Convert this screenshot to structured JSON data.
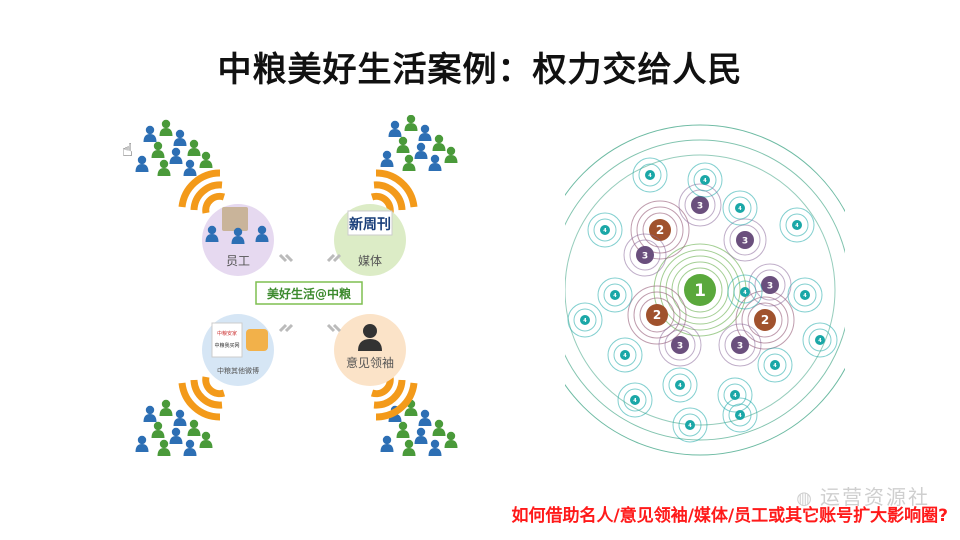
{
  "title": "中粮美好生活案例：权力交给人民",
  "diagram": {
    "center_logo": "美好生活@中粮",
    "nodes": [
      {
        "label": "员工"
      },
      {
        "label": "媒体",
        "badge": "新周刊"
      },
      {
        "label": "中粮其他微博",
        "badge_lines": [
          "中粮安家",
          "中粮我买网"
        ]
      },
      {
        "label": "意见领袖"
      }
    ]
  },
  "network": {
    "center": "1",
    "tier2": "2",
    "tier3": "3",
    "tier4": "4"
  },
  "caption": "如何借助名人/意见领袖/媒体/员工或其它账号扩大影响圈?",
  "watermark": "运营资源社",
  "colors": {
    "accent_orange": "#f39a1a",
    "center_green": "#5aa83c",
    "tier2_brown": "#a0522d",
    "tier3_purple": "#6a4f7d",
    "tier4_teal": "#1aa7a7",
    "caption_red": "#ff1a1a"
  }
}
